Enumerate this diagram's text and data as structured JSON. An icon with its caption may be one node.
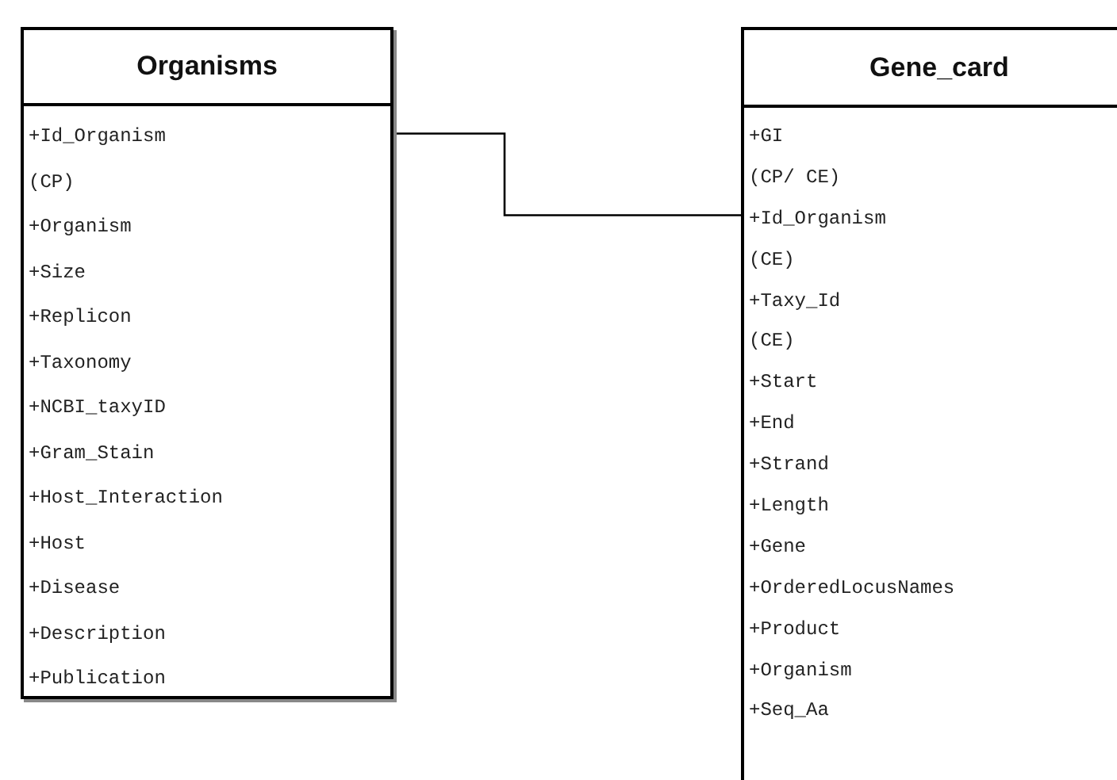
{
  "diagram": {
    "nodes": [
      {
        "text": [
          "Organisms",
          "+Id_Organism",
          "(CP)",
          "+Organism",
          "+Size",
          "+Replicon",
          "+Taxonomy",
          "+NCBI_taxyID",
          "+Gram_Stain",
          "+Host_Interaction",
          "+Host",
          "+Disease",
          "+Description",
          "+Publication"
        ]
      },
      {
        "text": [
          "Gene_card",
          "+GI",
          "(CP/ CE)",
          "+Id_Organism",
          "(CE)",
          "+Taxy_Id",
          "(CE)",
          "+Start",
          "+End",
          "+Strand",
          "+Length",
          "+Gene",
          "+OrderedLocusNames",
          "+Product",
          "+Organism",
          "+Seq_Aa"
        ]
      }
    ],
    "edges": [
      {
        "from": 0,
        "to": 1,
        "arrow": "none"
      }
    ]
  }
}
